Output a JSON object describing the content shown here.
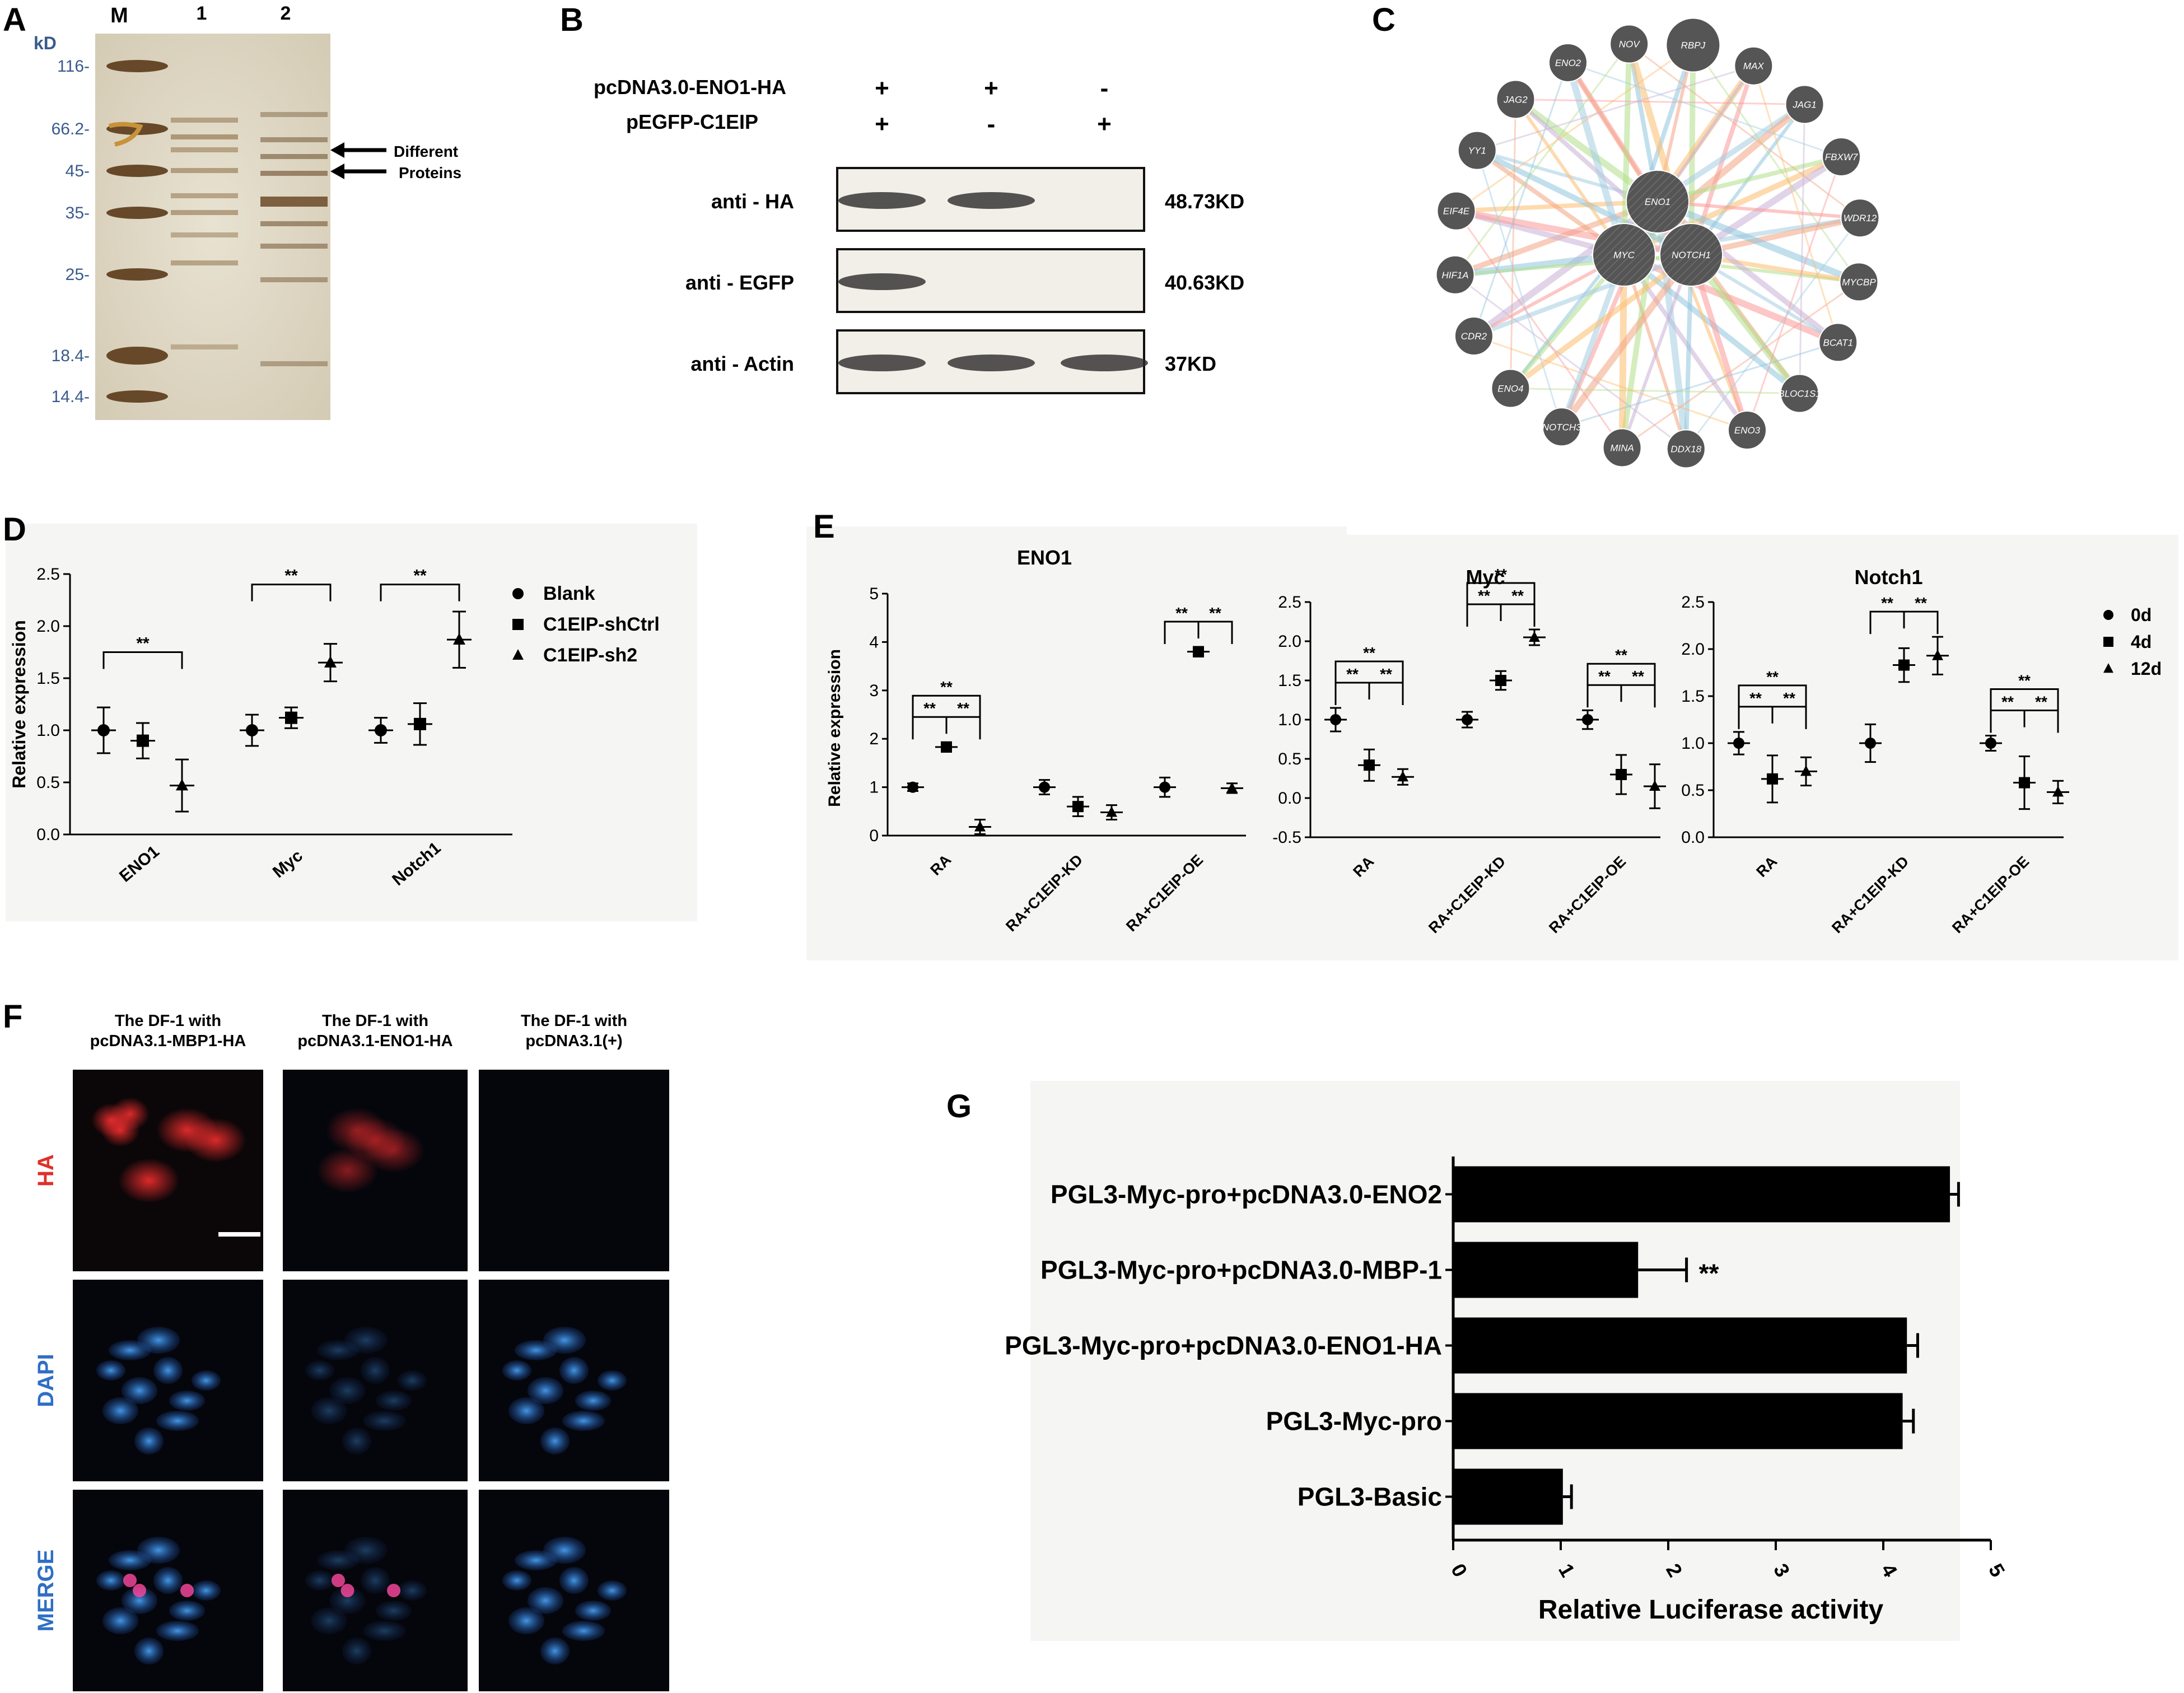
{
  "panels": {
    "A": {
      "letter": "A",
      "lanes": [
        "M",
        "1",
        "2"
      ],
      "unit": "kD",
      "markers": [
        "116-",
        "66.2-",
        "45-",
        "35-",
        "25-",
        "18.4-",
        "14.4-"
      ],
      "arrow_label_1": "Different",
      "arrow_label_2": "Proteins"
    },
    "B": {
      "letter": "B",
      "row1_label": "pcDNA3.0-ENO1-HA",
      "row1_signs": [
        "+",
        "+",
        "-"
      ],
      "row2_label": "pEGFP-C1EIP",
      "row2_signs": [
        "+",
        "-",
        "+"
      ],
      "blots": [
        {
          "antibody": "anti - HA",
          "size": "48.73KD",
          "bands": [
            1,
            1,
            0
          ]
        },
        {
          "antibody": "anti - EGFP",
          "size": "40.63KD",
          "bands": [
            1,
            0,
            0
          ]
        },
        {
          "antibody": "anti - Actin",
          "size": "37KD",
          "bands": [
            1,
            1,
            1
          ]
        }
      ]
    },
    "C": {
      "letter": "C",
      "center_nodes": [
        "ENO1",
        "MYC",
        "NOTCH1"
      ],
      "outer_nodes": [
        "RBPJ",
        "MAX",
        "JAG1",
        "FBXW7",
        "WDR12",
        "MYCBP",
        "BCAT1",
        "BLOC1S1",
        "ENO3",
        "DDX18",
        "MINA",
        "NOTCH3",
        "ENO4",
        "CDR2",
        "HIF1A",
        "EIF4E",
        "YY1",
        "JAG2",
        "ENO2",
        "NOV"
      ],
      "edge_colors": [
        "#f4a582",
        "#92c5de",
        "#b2df8a",
        "#fdbf6f",
        "#cab2d6",
        "#fb9a99",
        "#a6cee3"
      ]
    },
    "D": {
      "letter": "D"
    },
    "E": {
      "letter": "E",
      "ylabel": "Relative expression"
    },
    "F": {
      "letter": "F",
      "columns": [
        {
          "line1": "The DF-1 with",
          "line2": "pcDNA3.1-MBP1-HA"
        },
        {
          "line1": "The DF-1 with",
          "line2": "pcDNA3.1-ENO1-HA"
        },
        {
          "line1": "The DF-1 with",
          "line2": "pcDNA3.1(+)"
        }
      ],
      "rows": [
        "HA",
        "DAPI",
        "MERGE"
      ],
      "colors": {
        "HA": "#e0302a",
        "DAPI": "#2f6fc4",
        "merge_red": "#e0302a"
      }
    },
    "G": {
      "letter": "G"
    }
  },
  "chart_data": [
    {
      "panel": "D",
      "type": "scatter",
      "ylabel": "Relative expression",
      "ylim": [
        0,
        2.5
      ],
      "yticks": [
        "0.0",
        "0.5",
        "1.0",
        "1.5",
        "2.0",
        "2.5"
      ],
      "categories": [
        "ENO1",
        "Myc",
        "Notch1"
      ],
      "series": [
        {
          "name": "Blank",
          "marker": "circle",
          "values": [
            1.0,
            1.0,
            1.0
          ],
          "errors": [
            0.22,
            0.15,
            0.12
          ]
        },
        {
          "name": "C1EIP-shCtrl",
          "marker": "square",
          "values": [
            0.9,
            1.12,
            1.06
          ],
          "errors": [
            0.17,
            0.1,
            0.2
          ]
        },
        {
          "name": "C1EIP-sh2",
          "marker": "triangle",
          "values": [
            0.47,
            1.65,
            1.87
          ],
          "errors": [
            0.25,
            0.18,
            0.27
          ]
        }
      ],
      "significance": [
        {
          "category": "ENO1",
          "label": "**",
          "y": 1.75
        },
        {
          "category": "Myc",
          "label": "**",
          "y": 2.4
        },
        {
          "category": "Notch1",
          "label": "**",
          "y": 2.4
        }
      ],
      "legend": "right"
    },
    {
      "panel": "E",
      "type": "scatter",
      "title": "ENO1",
      "ylim": [
        0,
        5
      ],
      "yticks": [
        "0",
        "1",
        "2",
        "3",
        "4",
        "5"
      ],
      "categories": [
        "RA",
        "RA+C1EIP-KD",
        "RA+C1EIP-OE"
      ],
      "series": [
        {
          "name": "0d",
          "values": [
            1.0,
            1.0,
            1.0
          ],
          "errors": [
            0.08,
            0.15,
            0.2
          ]
        },
        {
          "name": "4d",
          "values": [
            1.83,
            0.6,
            3.8
          ],
          "errors": [
            0.1,
            0.2,
            0.1
          ]
        },
        {
          "name": "12d",
          "values": [
            0.18,
            0.48,
            0.98
          ],
          "errors": [
            0.15,
            0.15,
            0.1
          ]
        }
      ],
      "significance": [
        {
          "category": "RA",
          "pairs": [
            "**",
            "**",
            "**"
          ]
        },
        {
          "category": "RA+C1EIP-OE",
          "pairs": [
            "**",
            "**"
          ]
        }
      ]
    },
    {
      "panel": "E",
      "type": "scatter",
      "title": "Myc",
      "ylim": [
        -0.5,
        2.5
      ],
      "yticks": [
        "-0.5",
        "0.0",
        "0.5",
        "1.0",
        "1.5",
        "2.0",
        "2.5"
      ],
      "categories": [
        "RA",
        "RA+C1EIP-KD",
        "RA+C1EIP-OE"
      ],
      "series": [
        {
          "name": "0d",
          "values": [
            1.0,
            1.0,
            1.0
          ],
          "errors": [
            0.15,
            0.1,
            0.12
          ]
        },
        {
          "name": "4d",
          "values": [
            0.42,
            1.5,
            0.3
          ],
          "errors": [
            0.2,
            0.12,
            0.25
          ]
        },
        {
          "name": "12d",
          "values": [
            0.27,
            2.05,
            0.15
          ],
          "errors": [
            0.1,
            0.1,
            0.28
          ]
        }
      ],
      "significance": [
        {
          "category": "RA",
          "pairs": [
            "**",
            "**",
            "**"
          ]
        },
        {
          "category": "RA+C1EIP-KD",
          "pairs": [
            "**",
            "**",
            "**"
          ]
        },
        {
          "category": "RA+C1EIP-OE",
          "pairs": [
            "**",
            "**",
            "**"
          ]
        }
      ]
    },
    {
      "panel": "E",
      "type": "scatter",
      "title": "Notch1",
      "ylim": [
        0,
        2.5
      ],
      "yticks": [
        "0.0",
        "0.5",
        "1.0",
        "1.5",
        "2.0",
        "2.5"
      ],
      "categories": [
        "RA",
        "RA+C1EIP-KD",
        "RA+C1EIP-OE"
      ],
      "series": [
        {
          "name": "0d",
          "values": [
            1.0,
            1.0,
            1.0
          ],
          "errors": [
            0.12,
            0.2,
            0.08
          ]
        },
        {
          "name": "4d",
          "values": [
            0.62,
            1.83,
            0.58
          ],
          "errors": [
            0.25,
            0.18,
            0.28
          ]
        },
        {
          "name": "12d",
          "values": [
            0.7,
            1.93,
            0.48
          ],
          "errors": [
            0.15,
            0.2,
            0.12
          ]
        }
      ],
      "significance": [
        {
          "category": "RA",
          "pairs": [
            "**",
            "**",
            "**"
          ]
        },
        {
          "category": "RA+C1EIP-KD",
          "pairs": [
            "**",
            "**"
          ]
        },
        {
          "category": "RA+C1EIP-OE",
          "pairs": [
            "**",
            "**",
            "**"
          ]
        }
      ],
      "legend": "right"
    },
    {
      "panel": "G",
      "type": "bar",
      "orientation": "horizontal",
      "xlabel": "Relative Luciferase activity",
      "xlim": [
        0,
        5
      ],
      "xticks": [
        "0",
        "1",
        "2",
        "3",
        "4",
        "5"
      ],
      "categories": [
        "PGL3-Myc-pro+pcDNA3.0-ENO2",
        "PGL3-Myc-pro+pcDNA3.0-MBP-1",
        "PGL3-Myc-pro+pcDNA3.0-ENO1-HA",
        "PGL3-Myc-pro",
        "PGL3-Basic"
      ],
      "values": [
        4.62,
        1.72,
        4.22,
        4.18,
        1.02
      ],
      "errors": [
        0.08,
        0.45,
        0.1,
        0.1,
        0.08
      ],
      "annotations": [
        {
          "category": "PGL3-Myc-pro+pcDNA3.0-MBP-1",
          "label": "**"
        }
      ]
    }
  ]
}
